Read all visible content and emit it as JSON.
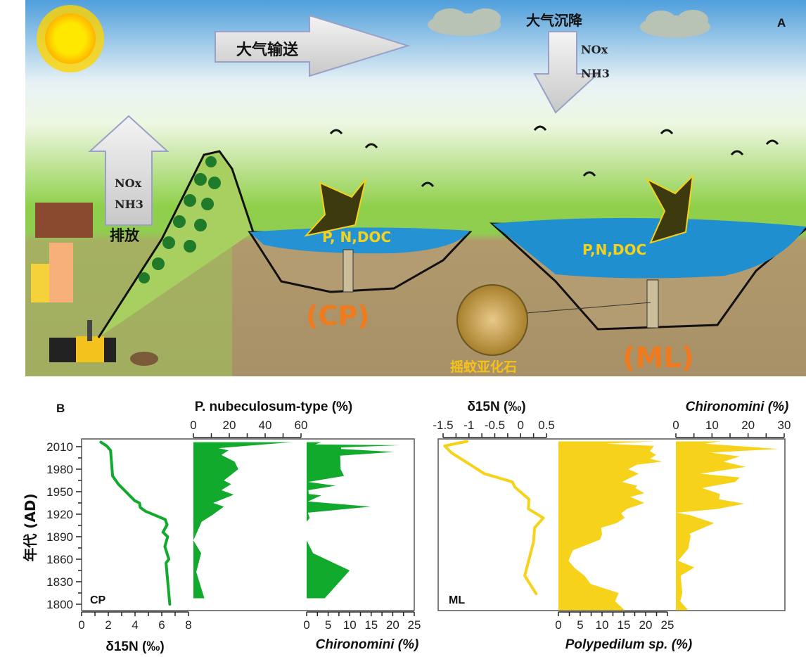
{
  "panel_a": {
    "label": "A",
    "transport_label": "大气输送",
    "deposition_label": "大气沉降",
    "deposition_nox": "NOx",
    "deposition_nh3": "NH3",
    "emission_label": "排放",
    "emission_nox": "NOx",
    "emission_nh3": "NH3",
    "cp_nutrients": "P, N,DOC",
    "ml_nutrients": "P,N,DOC",
    "cp_lake": "(CP)",
    "ml_lake": "(ML)",
    "fossil_label": "摇蚊亚化石",
    "colors": {
      "water": "#1f8fd0",
      "sediment": "#a8926a",
      "lake_label": "#f07a1e",
      "nutrient_label": "#f5d21a"
    }
  },
  "panel_b": {
    "label": "B",
    "y_axis_title": "年代 (AD)",
    "cp_site": "CP",
    "ml_site": "ML",
    "colors": {
      "cp": "#12aa2c",
      "ml": "#f6d21a"
    }
  },
  "chart_data": [
    {
      "type": "line",
      "site": "CP",
      "title": "δ15N (‰)",
      "xlabel": "δ15N (‰)",
      "ylabel": "年代 (AD)",
      "xlim": [
        0,
        8
      ],
      "ylim": [
        1800,
        2010
      ],
      "x_ticks": [
        "0",
        "2",
        "4",
        "6",
        "8"
      ],
      "y_ticks": [
        "1800",
        "1830",
        "1860",
        "1890",
        "1920",
        "1950",
        "1980",
        "2010"
      ],
      "points": [
        [
          2016,
          1.44
        ],
        [
          2011,
          1.88
        ],
        [
          2005,
          2.17
        ],
        [
          1971,
          2.32
        ],
        [
          1960,
          2.75
        ],
        [
          1938,
          3.98
        ],
        [
          1935,
          4.33
        ],
        [
          1929,
          4.39
        ],
        [
          1924,
          4.77
        ],
        [
          1913,
          6.26
        ],
        [
          1906,
          6.4
        ],
        [
          1896,
          6.09
        ],
        [
          1890,
          6.44
        ],
        [
          1877,
          6.23
        ],
        [
          1860,
          6.53
        ],
        [
          1855,
          6.32
        ],
        [
          1800,
          6.6
        ]
      ]
    },
    {
      "type": "area",
      "site": "CP",
      "xlabel": "P. nubeculosum-type (%)",
      "xlim": [
        0,
        60
      ],
      "x_ticks": [
        "0",
        "20",
        "40",
        "60"
      ],
      "points": [
        [
          2016,
          55
        ],
        [
          2008,
          14
        ],
        [
          2005,
          19.6
        ],
        [
          1999,
          15.6
        ],
        [
          1990,
          23
        ],
        [
          1980,
          25
        ],
        [
          1965,
          17
        ],
        [
          1960,
          21
        ],
        [
          1952,
          15.6
        ],
        [
          1946,
          22.5
        ],
        [
          1935,
          11
        ],
        [
          1930,
          17
        ],
        [
          1918,
          10
        ],
        [
          1910,
          4.6
        ],
        [
          1885,
          0
        ],
        [
          1868,
          4.3
        ],
        [
          1843,
          1.6
        ],
        [
          1808,
          6.1
        ]
      ]
    },
    {
      "type": "area",
      "site": "CP",
      "xlabel": "Chironomini (%)",
      "xlim": [
        0,
        25
      ],
      "x_ticks": [
        "0",
        "5",
        "10",
        "15",
        "20",
        "25"
      ],
      "points": [
        [
          2016,
          3.4
        ],
        [
          2013,
          2
        ],
        [
          2012,
          21.7
        ],
        [
          2009,
          8
        ],
        [
          2007,
          8
        ],
        [
          2003,
          20.3
        ],
        [
          1998,
          7.8
        ],
        [
          1980,
          7.9
        ],
        [
          1971,
          8.7
        ],
        [
          1963,
          0.4
        ],
        [
          1958,
          6.7
        ],
        [
          1952,
          0.4
        ],
        [
          1947,
          0.5
        ],
        [
          1945,
          3.4
        ],
        [
          1937,
          0.3
        ],
        [
          1930,
          14.9
        ],
        [
          1922,
          0.3
        ],
        [
          1915,
          0.7
        ],
        [
          1910,
          0
        ],
        [
          1885,
          0
        ],
        [
          1868,
          1.5
        ],
        [
          1845,
          10
        ],
        [
          1808,
          4.2
        ]
      ]
    },
    {
      "type": "line",
      "site": "ML",
      "xlabel": "δ15N (‰)",
      "xlim": [
        -1.5,
        0.5
      ],
      "x_ticks": [
        "-1.5",
        "-1",
        "-0.5",
        "0",
        "0.5"
      ],
      "points": [
        [
          2017,
          -1.04
        ],
        [
          2011,
          -1.47
        ],
        [
          2002,
          -1.34
        ],
        [
          1974,
          -0.7
        ],
        [
          1963,
          -0.16
        ],
        [
          1956,
          -0.11
        ],
        [
          1940,
          0.16
        ],
        [
          1927,
          0.15
        ],
        [
          1915,
          0.44
        ],
        [
          1902,
          0.27
        ],
        [
          1883,
          0.25
        ],
        [
          1838,
          0.08
        ],
        [
          1814,
          0.3
        ]
      ]
    },
    {
      "type": "area",
      "site": "ML",
      "xlabel": "Polypedilum sp. (%)",
      "xlim": [
        0,
        25
      ],
      "x_ticks": [
        "0",
        "5",
        "10",
        "15",
        "20",
        "25"
      ],
      "points": [
        [
          2017,
          21.9
        ],
        [
          2014,
          10.9
        ],
        [
          2011,
          21.9
        ],
        [
          2004,
          21
        ],
        [
          1999,
          22.4
        ],
        [
          1994,
          21
        ],
        [
          1990,
          23.8
        ],
        [
          1986,
          18
        ],
        [
          1980,
          16
        ],
        [
          1974,
          18.4
        ],
        [
          1963,
          14.6
        ],
        [
          1958,
          18.1
        ],
        [
          1955,
          17.6
        ],
        [
          1948,
          19.7
        ],
        [
          1943,
          16.5
        ],
        [
          1935,
          19.7
        ],
        [
          1927,
          15.7
        ],
        [
          1921,
          14.4
        ],
        [
          1915,
          15.2
        ],
        [
          1908,
          13.3
        ],
        [
          1902,
          9.8
        ],
        [
          1893,
          10
        ],
        [
          1886,
          9.5
        ],
        [
          1872,
          3.3
        ],
        [
          1858,
          2.3
        ],
        [
          1849,
          3.6
        ],
        [
          1838,
          6
        ],
        [
          1827,
          7.4
        ],
        [
          1815,
          13.8
        ],
        [
          1804,
          13
        ],
        [
          1792,
          15.2
        ]
      ]
    },
    {
      "type": "area",
      "site": "ML",
      "xlabel": "Chironomini (%)",
      "xlim": [
        0,
        30
      ],
      "x_ticks": [
        "0",
        "10",
        "20",
        "30"
      ],
      "points": [
        [
          2017,
          12.5
        ],
        [
          2014,
          8
        ],
        [
          2007,
          28.4
        ],
        [
          2002,
          9.6
        ],
        [
          1997,
          17.7
        ],
        [
          1990,
          13.2
        ],
        [
          1983,
          19.4
        ],
        [
          1974,
          6.7
        ],
        [
          1969,
          17.7
        ],
        [
          1963,
          16.4
        ],
        [
          1955,
          7.3
        ],
        [
          1947,
          12.2
        ],
        [
          1940,
          11.9
        ],
        [
          1934,
          19
        ],
        [
          1927,
          11.6
        ],
        [
          1922,
          0.2
        ],
        [
          1919,
          3.8
        ],
        [
          1908,
          10.6
        ],
        [
          1894,
          3.8
        ],
        [
          1891,
          4.1
        ],
        [
          1874,
          3.4
        ],
        [
          1858,
          0.6
        ],
        [
          1849,
          5.1
        ],
        [
          1838,
          1.3
        ],
        [
          1815,
          1.8
        ],
        [
          1804,
          1.2
        ],
        [
          1792,
          3.4
        ]
      ]
    }
  ]
}
